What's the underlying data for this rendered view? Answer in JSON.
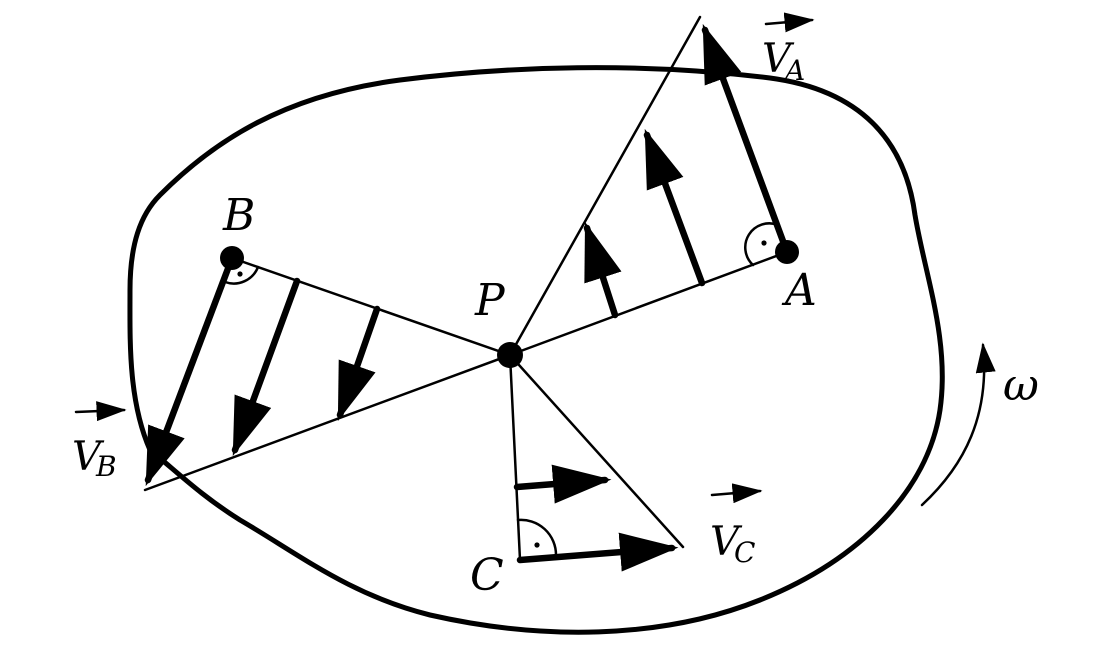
{
  "points": {
    "A": "A",
    "B": "B",
    "C": "C",
    "P": "P"
  },
  "velocities": {
    "a": {
      "symbol": "V",
      "sub": "A"
    },
    "b": {
      "symbol": "V",
      "sub": "B"
    },
    "c": {
      "symbol": "V",
      "sub": "C"
    }
  },
  "omega": "ω",
  "colors": {
    "ink": "#000000",
    "paper": "#ffffff"
  }
}
